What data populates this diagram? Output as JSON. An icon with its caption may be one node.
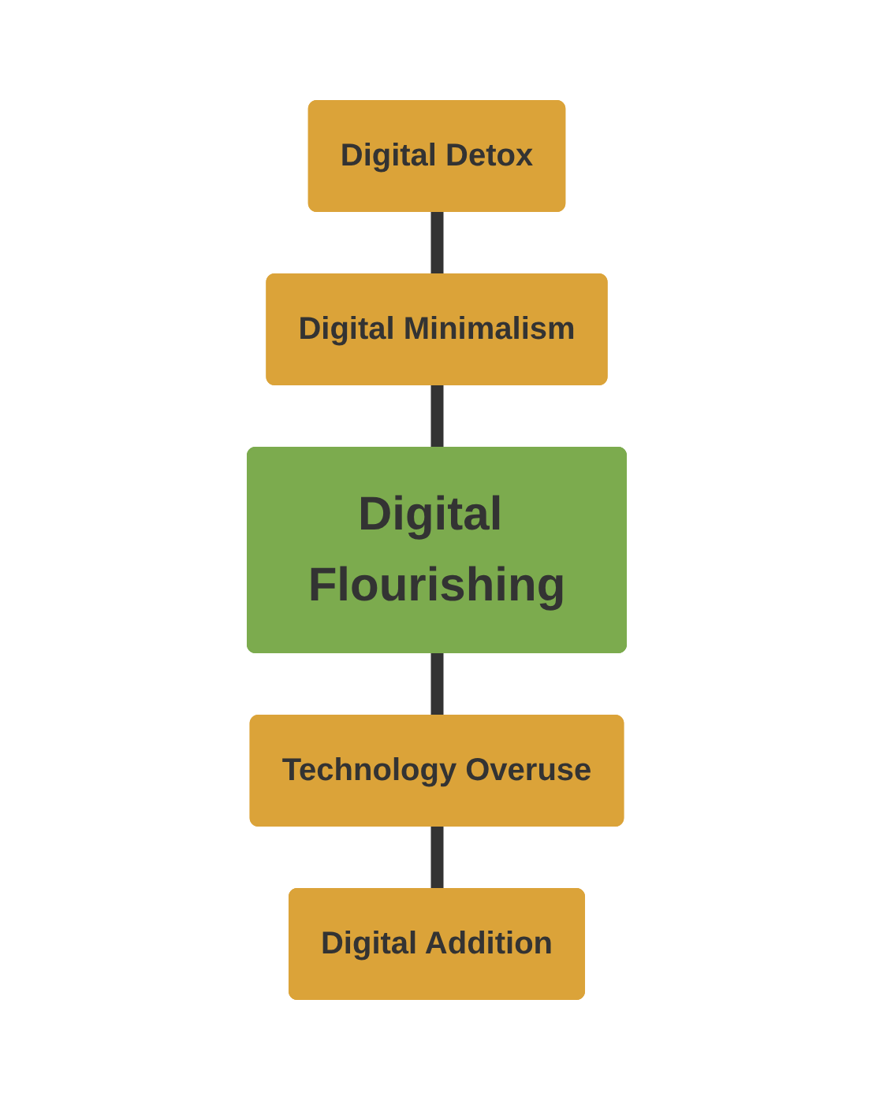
{
  "diagram": {
    "nodes": [
      {
        "text": [
          "Digital Detox"
        ]
      },
      {
        "text": [
          "Digital Minimalism"
        ]
      },
      {
        "text": [
          "Digital Flourishing"
        ]
      },
      {
        "text": [
          "Technology Overuse"
        ]
      },
      {
        "text": [
          "Digital Addition"
        ]
      }
    ],
    "edges": [
      {
        "from": 0,
        "to": 1,
        "arrow": "none"
      },
      {
        "from": 1,
        "to": 2,
        "arrow": "none"
      },
      {
        "from": 2,
        "to": 3,
        "arrow": "none"
      },
      {
        "from": 3,
        "to": 4,
        "arrow": "none"
      }
    ]
  }
}
